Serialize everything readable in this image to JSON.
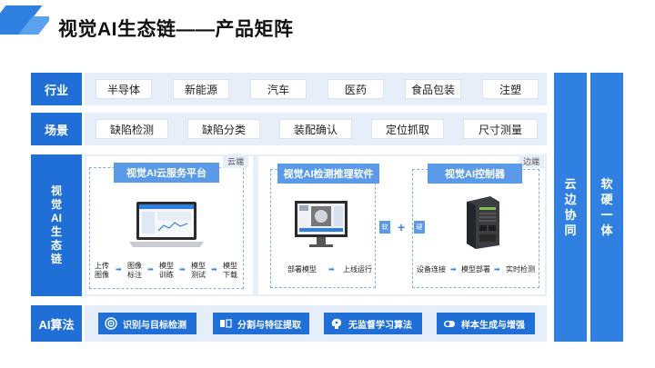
{
  "title": "视觉AI生态链——产品矩阵",
  "industry": {
    "label": "行业",
    "items": [
      "半导体",
      "新能源",
      "汽车",
      "医药",
      "食品包装",
      "注塑"
    ]
  },
  "scene": {
    "label": "场景",
    "items": [
      "缺陷检测",
      "缺陷分类",
      "装配确认",
      "定位抓取",
      "尺寸测量"
    ]
  },
  "chain": {
    "label_chars": [
      "视",
      "觉",
      "AI",
      "生",
      "态",
      "链"
    ],
    "cloud_tag": "云端",
    "edge_tag": "边端",
    "cloud": {
      "title": "视觉AI云服务平台",
      "steps": [
        "上传\n图像",
        "图像\n标注",
        "模型\n训练",
        "模型\n测试",
        "模型\n下载"
      ]
    },
    "software": {
      "title": "视觉AI检测推理软件",
      "steps": [
        "部署模型",
        "上线运行"
      ]
    },
    "controller": {
      "title": "视觉AI控制器",
      "steps": [
        "设备连接",
        "模型部署",
        "实时检测"
      ]
    },
    "soft_badge": "软",
    "hard_badge": "硬",
    "plus": "+"
  },
  "ai": {
    "label": "AI算法",
    "items": [
      {
        "label": "识别与目标检测",
        "icon": "target-icon"
      },
      {
        "label": "分割与特征提取",
        "icon": "segment-icon"
      },
      {
        "label": "无监督学习算法",
        "icon": "brain-icon"
      },
      {
        "label": "样本生成与增强",
        "icon": "toggle-icon"
      }
    ]
  },
  "side": {
    "cloud_edge": [
      "云",
      "边",
      "协",
      "同"
    ],
    "soft_hard": [
      "软",
      "硬",
      "一",
      "体"
    ]
  },
  "colors": {
    "primary": "#1f6fd6",
    "banner": "#5a9ae8",
    "bg": "#e6eff9"
  }
}
